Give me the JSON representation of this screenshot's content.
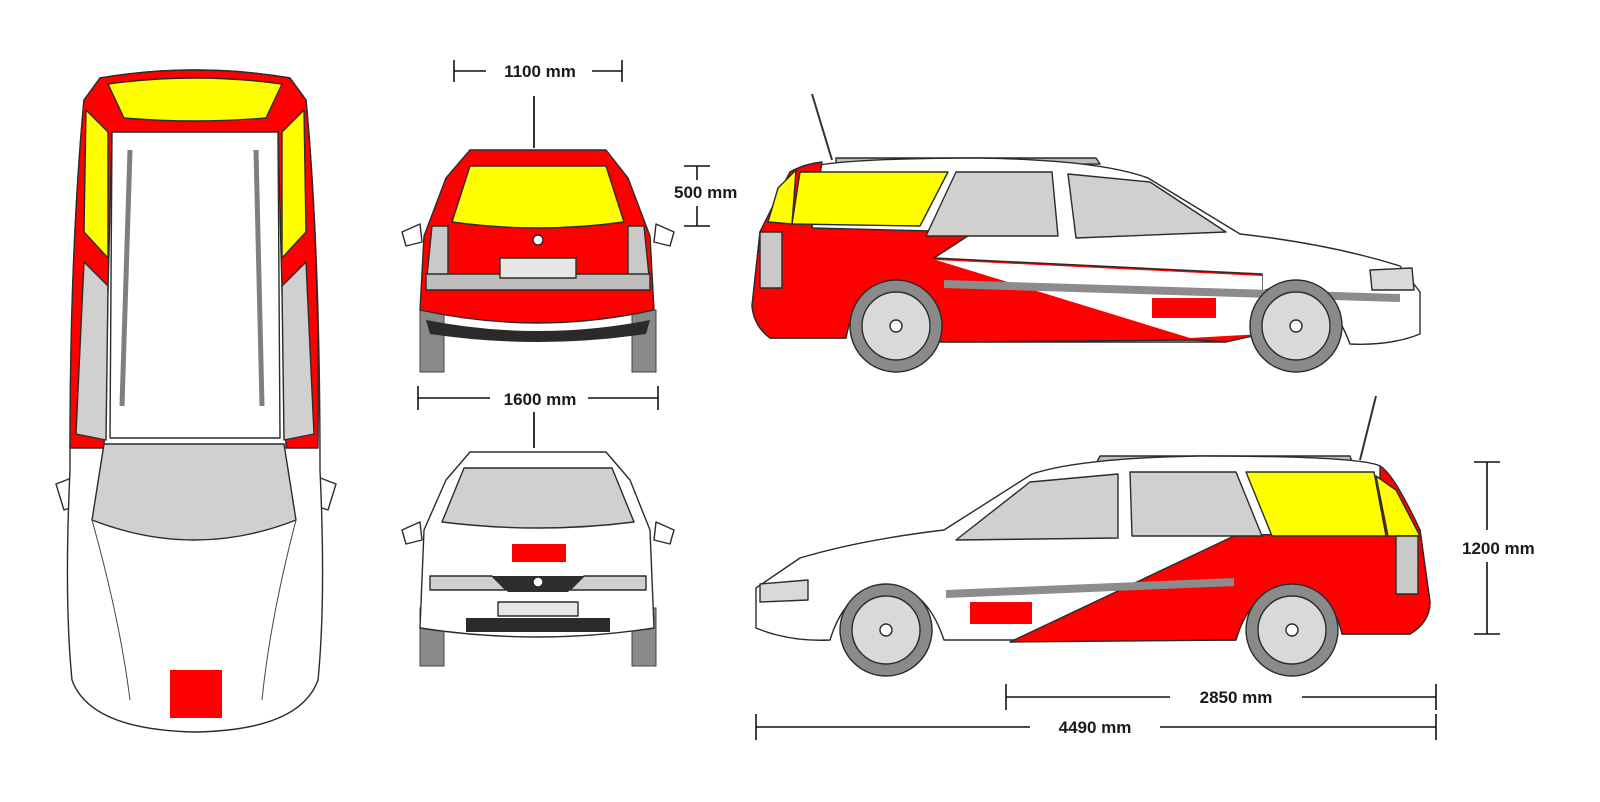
{
  "dimensions": {
    "rear_window_width": "1100 mm",
    "rear_window_height": "500 mm",
    "vehicle_width": "1600 mm",
    "vehicle_height": "1200 mm",
    "wheelbase": "2850 mm",
    "overall_length": "4490 mm"
  },
  "colors": {
    "livery_red": "#ff0000",
    "window_yellow": "#ffff00",
    "glass_grey": "#d0d0d0",
    "body_white": "#ffffff",
    "trim_grey": "#8c8c8c",
    "tyre_dark": "#7a7a7a"
  },
  "views": [
    "top-view",
    "rear-view",
    "front-view",
    "right-side-view",
    "left-side-view"
  ]
}
